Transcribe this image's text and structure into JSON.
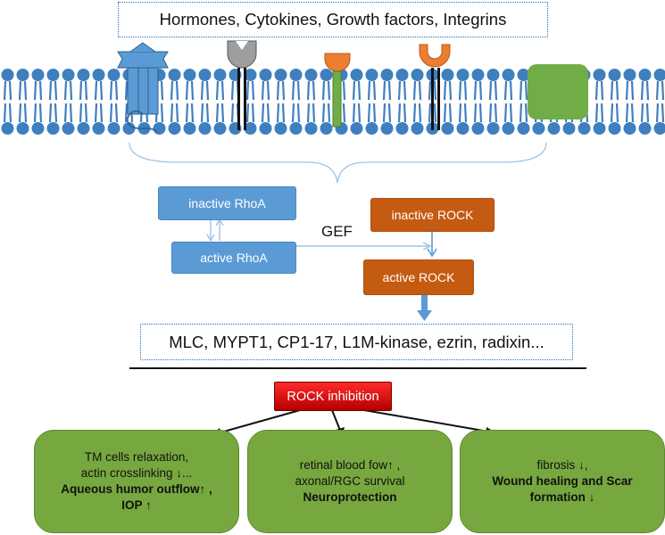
{
  "signals": "Hormones, Cytokines, Growth factors, Integrins",
  "nodes": {
    "inactive_rhoa": "inactive RhoA",
    "active_rhoa": "active RhoA",
    "inactive_rock": "inactive ROCK",
    "active_rock": "active ROCK",
    "gef": "GEF"
  },
  "substrates": "MLC, MYPT1, CP1-17, L1M-kinase, ezrin, radixin...",
  "inhibition": "ROCK inhibition",
  "effects": [
    {
      "line1": "TM cells relaxation,",
      "line2": "actin crosslinking ↓...",
      "line3": "Aqueous humor outflow↑ ,",
      "line4": "IOP ↑"
    },
    {
      "line1": "retinal blood fow↑ ,",
      "line2": "axonal/RGC survival",
      "line3": "Neuroprotection"
    },
    {
      "line1": "fibrosis ↓,",
      "line2": "Wound healing and Scar",
      "line3": "formation ↓"
    }
  ],
  "colors": {
    "membrane": "#3f7fbf",
    "node_blue": "#5b9bd5",
    "node_orange": "#c55a11",
    "inhibition_red": "#e00000",
    "effect_green": "#77a83f"
  }
}
